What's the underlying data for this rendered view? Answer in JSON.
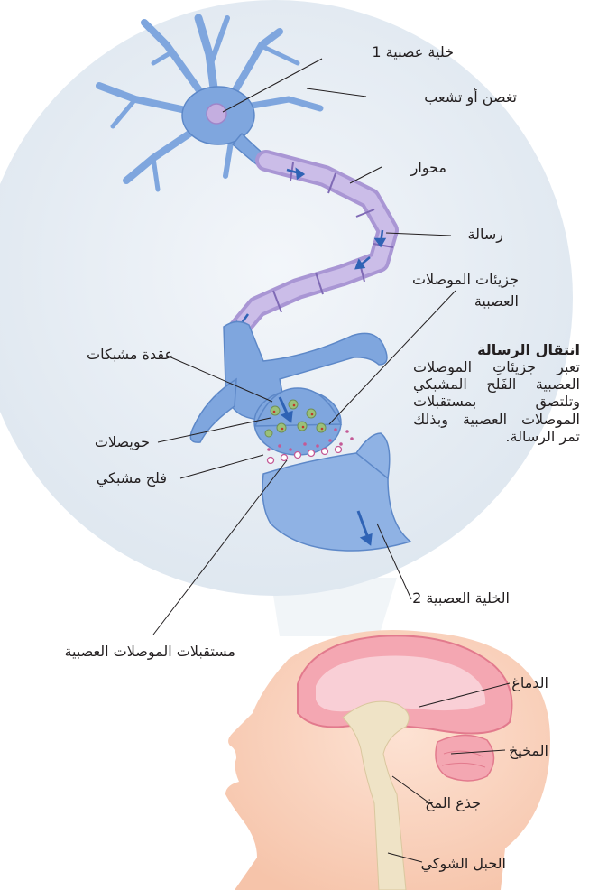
{
  "labels": {
    "neuron1": "خلية عصبية 1",
    "dendrite": "تغصن أو تشعب",
    "axon": "محوار",
    "message": "رسالة",
    "neurotransmitters_line1": "جزيئات الموصلات",
    "neurotransmitters_line2": "العصبية",
    "synaptic_knob": "عقدة مشبكات",
    "vesicles": "حويصلات",
    "synaptic_cleft": "فلح مشبكي",
    "receptors": "مستقبلات الموصلات العصبية",
    "neuron2": "الخلية العصبية 2",
    "brain": "الدماغ",
    "cerebellum": "المخيخ",
    "brainstem": "جذع المخ",
    "spinal_cord": "الحبل الشوكي"
  },
  "transmission_box": {
    "title": "انتقال الرسالة",
    "body": "تعبر جزيئاتِ الموصلات العصبية الفَلح المشبكي وتلتصق بمستقبلات الموصلات العصبية وبذلك تمر الرسالة."
  },
  "colors": {
    "circle_bg": "#e6eef6",
    "neuron": "#7fa6de",
    "neuron_dark": "#5d88c8",
    "myelin": "#b8a6d9",
    "skin": "#f9d2bd",
    "brain_pink": "#f19aa8",
    "arrow": "#2f63b5"
  }
}
